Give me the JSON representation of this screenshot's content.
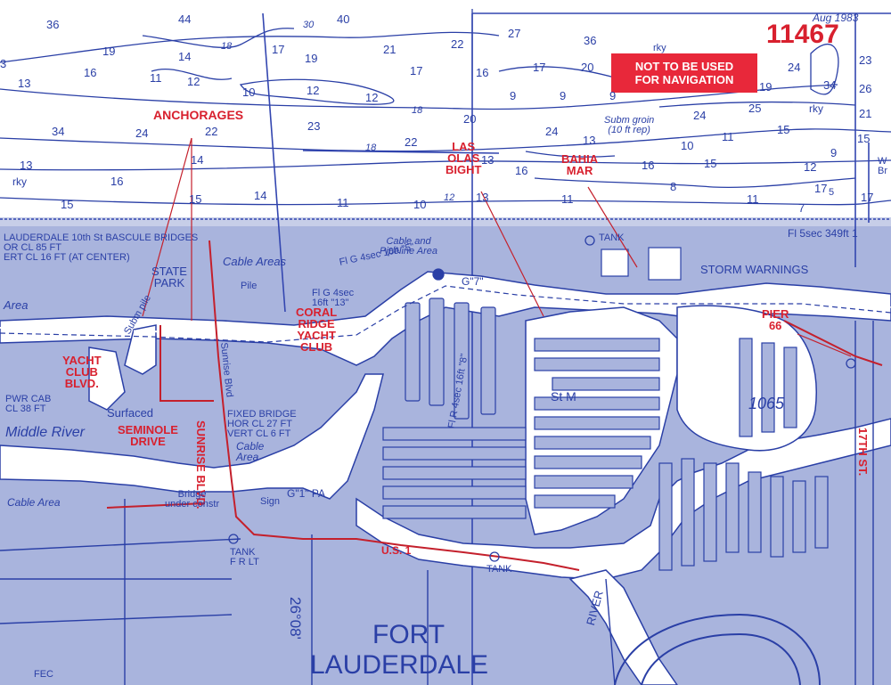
{
  "chart": {
    "number": "11467",
    "date": "Aug 1983"
  },
  "warning": {
    "line1": "NOT TO BE USED",
    "line2": "FOR NAVIGATION"
  },
  "annotations": {
    "anchorages": "ANCHORAGES",
    "las_olas": [
      "LAS",
      "OLAS",
      "BIGHT"
    ],
    "bahia_mar": [
      "BAHIA",
      "MAR"
    ],
    "coral_ridge": [
      "CORAL",
      "RIDGE",
      "YACHT",
      "CLUB"
    ],
    "yacht_club_blvd": [
      "YACHT",
      "CLUB",
      "BLVD."
    ],
    "seminole": [
      "SEMINOLE",
      "DRIVE"
    ],
    "sunrise": [
      "SUNRISE",
      "BLVD."
    ],
    "pier66": [
      "PIER",
      "66"
    ],
    "us1": "U.S. 1",
    "seventeenth": "17TH ST."
  },
  "features": {
    "state_park": [
      "STATE",
      "PARK"
    ],
    "cable_areas": "Cable Areas",
    "cable_pipeline": [
      "Cable and",
      "Pipeline Area"
    ],
    "cable_area_left": "Cable Area",
    "cable_area_mid": [
      "Cable",
      "Area"
    ],
    "middle_river": "Middle River",
    "surfaced": "Surfaced",
    "storm_warnings": "STORM WARNINGS",
    "tank1": "TANK",
    "tank2": [
      "TANK",
      "F R LT"
    ],
    "tank3": "TANK",
    "st_m": "St M",
    "fixed_bridge": [
      "FIXED BRIDGE",
      "HOR CL 27 FT",
      "VERT CL 6 FT"
    ],
    "bascule": [
      "LAUDERDALE 10th St BASCULE BRIDGES",
      "OR CL 85 FT",
      "ERT CL 16 FT (AT CENTER)"
    ],
    "pwr_cab": [
      "PWR CAB",
      "CL 38 FT"
    ],
    "bridge_constr": [
      "Bridge",
      "under constr"
    ],
    "subm_groin": [
      "Subm groin",
      "(10 ft rep)"
    ],
    "fl_light": "Fl 5sec 349ft 1",
    "fl_g4_16": "Fl G 4sec 16ft \"5\"",
    "fl_g4_13": "Fl G 4sec",
    "fl_g4_13b": "16ft \"13\"",
    "fl_r4": "Fl R 4sec 16ft \"8\"",
    "g7": "G\"7\"",
    "g1pa": "G\"1\" PA",
    "sunrise_blvd": "Sunrise Blvd",
    "sign": "Sign",
    "pile": "Pile",
    "subm_pile": "Subm pile",
    "rky1": "rky",
    "rky2": "rky",
    "depth_1065": "1065",
    "lat": "26°08'",
    "fort": "FORT",
    "lauderdale": "LAUDERDALE",
    "river": "RIVER",
    "area": "Area",
    "fec": "FEC",
    "w_br": [
      "W",
      "Br"
    ]
  },
  "soundings": [
    "36",
    "44",
    "40",
    "27",
    "36",
    "30",
    "23",
    "19",
    "14",
    "18",
    "17",
    "19",
    "21",
    "22",
    "16",
    "17",
    "20",
    "24",
    "26",
    "3",
    "13",
    "16",
    "11",
    "12",
    "10",
    "12",
    "12",
    "17",
    "9",
    "9",
    "9",
    "19",
    "34",
    "21",
    "24",
    "25",
    "rky",
    "34",
    "24",
    "22",
    "23",
    "20",
    "24",
    "13",
    "15",
    "18",
    "13",
    "14",
    "18",
    "22",
    "13",
    "16",
    "15",
    "16",
    "10",
    "11",
    "9",
    "12",
    "15",
    "15",
    "16",
    "15",
    "14",
    "11",
    "10",
    "12",
    "13",
    "11",
    "8",
    "11",
    "7",
    "17",
    "5",
    "17"
  ]
}
